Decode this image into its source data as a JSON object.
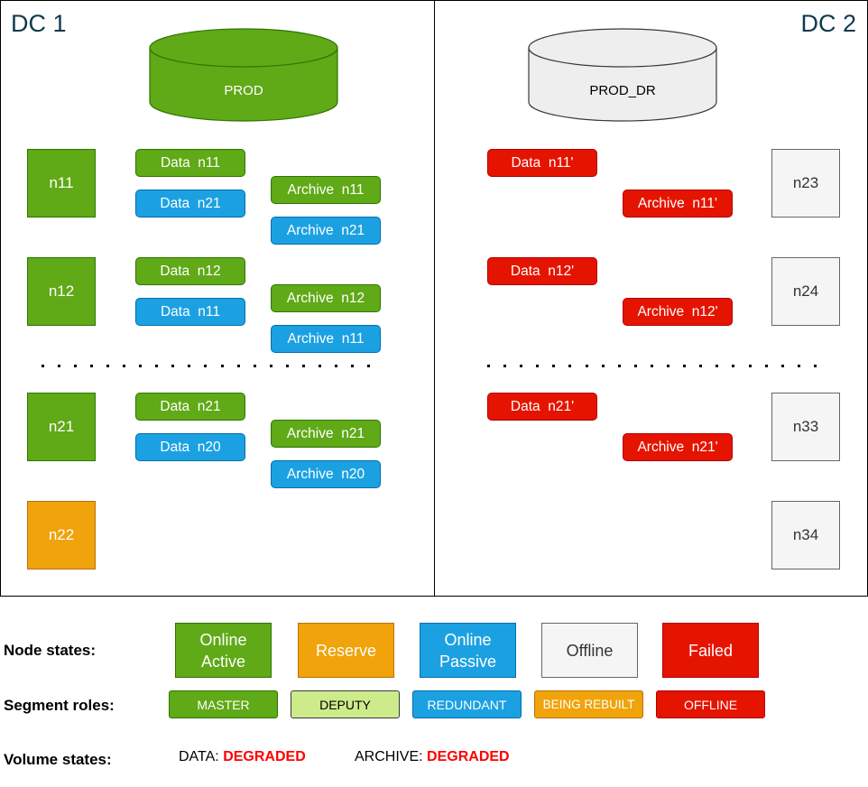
{
  "datacenters": [
    {
      "title": "DC 1",
      "volume": {
        "label": "PROD",
        "state": "online-active",
        "color": "#60a917"
      },
      "nodes": [
        {
          "name": "n11",
          "state": "online-active"
        },
        {
          "name": "n12",
          "state": "online-active"
        },
        {
          "name": "n21",
          "state": "online-active"
        },
        {
          "name": "n22",
          "state": "reserve"
        }
      ],
      "segment_groups": [
        {
          "node": "n11",
          "data": [
            {
              "label": "Data  n11",
              "role": "master"
            },
            {
              "label": "Data  n21",
              "role": "redundant"
            }
          ],
          "archive": [
            {
              "label": "Archive  n11",
              "role": "master"
            },
            {
              "label": "Archive  n21",
              "role": "redundant"
            }
          ]
        },
        {
          "node": "n12",
          "data": [
            {
              "label": "Data  n12",
              "role": "master"
            },
            {
              "label": "Data  n11",
              "role": "redundant"
            }
          ],
          "archive": [
            {
              "label": "Archive  n12",
              "role": "master"
            },
            {
              "label": "Archive  n11",
              "role": "redundant"
            }
          ]
        },
        {
          "node": "n21",
          "data": [
            {
              "label": "Data  n21",
              "role": "master"
            },
            {
              "label": "Data  n20",
              "role": "redundant"
            }
          ],
          "archive": [
            {
              "label": "Archive  n21",
              "role": "master"
            },
            {
              "label": "Archive  n20",
              "role": "redundant"
            }
          ]
        }
      ]
    },
    {
      "title": "DC 2",
      "volume": {
        "label": "PROD_DR",
        "state": "offline",
        "color": "#eeeeee"
      },
      "nodes": [
        {
          "name": "n23",
          "state": "offline"
        },
        {
          "name": "n24",
          "state": "offline"
        },
        {
          "name": "n33",
          "state": "offline"
        },
        {
          "name": "n34",
          "state": "offline"
        }
      ],
      "segment_groups": [
        {
          "data": [
            {
              "label": "Data  n11'",
              "role": "offline"
            }
          ],
          "archive": [
            {
              "label": "Archive  n11'",
              "role": "offline"
            }
          ]
        },
        {
          "data": [
            {
              "label": "Data  n12'",
              "role": "offline"
            }
          ],
          "archive": [
            {
              "label": "Archive  n12'",
              "role": "offline"
            }
          ]
        },
        {
          "data": [
            {
              "label": "Data  n21'",
              "role": "offline"
            }
          ],
          "archive": [
            {
              "label": "Archive  n21'",
              "role": "offline"
            }
          ]
        }
      ]
    }
  ],
  "legend": {
    "node_states_label": "Node states:",
    "node_states": [
      {
        "line1": "Online",
        "line2": "Active",
        "color": "#60a917"
      },
      {
        "line1": "Reserve",
        "line2": "",
        "color": "#f0a30a"
      },
      {
        "line1": "Online",
        "line2": "Passive",
        "color": "#1ba1e2"
      },
      {
        "line1": "Offline",
        "line2": "",
        "color": "#f5f5f5"
      },
      {
        "line1": "Failed",
        "line2": "",
        "color": "#e51400"
      }
    ],
    "segment_roles_label": "Segment roles:",
    "segment_roles": [
      {
        "label": "MASTER",
        "color": "#60a917"
      },
      {
        "label": "DEPUTY",
        "color": "#cdeb8b"
      },
      {
        "label": "REDUNDANT",
        "color": "#1ba1e2"
      },
      {
        "label": "BEING REBUILT",
        "color": "#f0a30a"
      },
      {
        "label": "OFFLINE",
        "color": "#e51400"
      }
    ],
    "volume_states_label": "Volume states:",
    "volume_states": [
      {
        "name": "DATA:",
        "state": "DEGRADED"
      },
      {
        "name": "ARCHIVE:",
        "state": "DEGRADED"
      }
    ],
    "degraded_color": "#ff0000"
  }
}
